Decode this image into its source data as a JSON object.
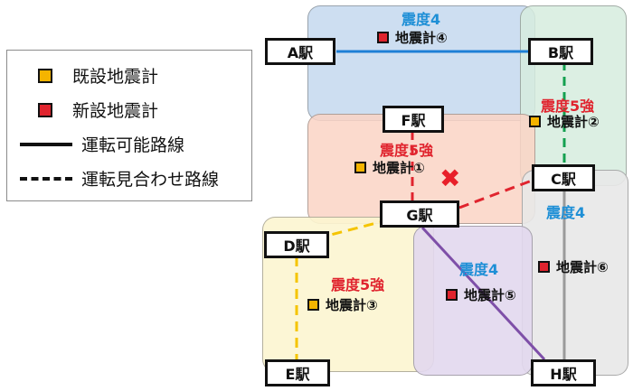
{
  "legend": {
    "items": [
      {
        "label": "既設地震計",
        "kind": "square",
        "color": "#f5b400"
      },
      {
        "label": "新設地震計",
        "kind": "square",
        "color": "#e0242e"
      },
      {
        "label": "運転可能路線",
        "kind": "solid-line",
        "color": "#111111"
      },
      {
        "label": "運転見合わせ路線",
        "kind": "dashed-line",
        "color": "#111111"
      }
    ]
  },
  "stations": {
    "A": "A駅",
    "B": "B駅",
    "C": "C駅",
    "D": "D駅",
    "E": "E駅",
    "F": "F駅",
    "G": "G駅",
    "H": "H駅"
  },
  "zones": {
    "z4_top": {
      "intensity": "震度4",
      "text_color": "#1e8fd6",
      "fill": "#cfe0f2"
    },
    "z5_right_top": {
      "intensity": "震度5強",
      "text_color": "#e0242e",
      "fill": "#dcefe4"
    },
    "z5_center": {
      "intensity": "震度5強",
      "text_color": "#e0242e",
      "fill": "#fbdccd"
    },
    "z5_left": {
      "intensity": "震度5強",
      "text_color": "#e0242e",
      "fill": "#fdf6d4"
    },
    "z4_middle": {
      "intensity": "震度4",
      "text_color": "#1e8fd6",
      "fill": "#e4dcf0"
    },
    "z4_right": {
      "intensity": "震度4",
      "text_color": "#1e8fd6",
      "fill": "#ececec"
    }
  },
  "seismometers": {
    "s1": {
      "label": "地震計①",
      "type": "existing"
    },
    "s2": {
      "label": "地震計②",
      "type": "existing"
    },
    "s3": {
      "label": "地震計③",
      "type": "existing"
    },
    "s4": {
      "label": "地震計④",
      "type": "new"
    },
    "s5": {
      "label": "地震計⑤",
      "type": "new"
    },
    "s6": {
      "label": "地震計⑥",
      "type": "new"
    }
  },
  "epicenter_icon": "x-mark-icon",
  "line_colors": {
    "A_B": "#1e7fd6",
    "B_C": "#14a050",
    "F_G": "#e0242e",
    "G_C": "#e0242e",
    "G_D": "#f5c400",
    "D_E": "#f5c400",
    "G_H": "#7e4fa8",
    "C_H": "#9b9b9b"
  }
}
